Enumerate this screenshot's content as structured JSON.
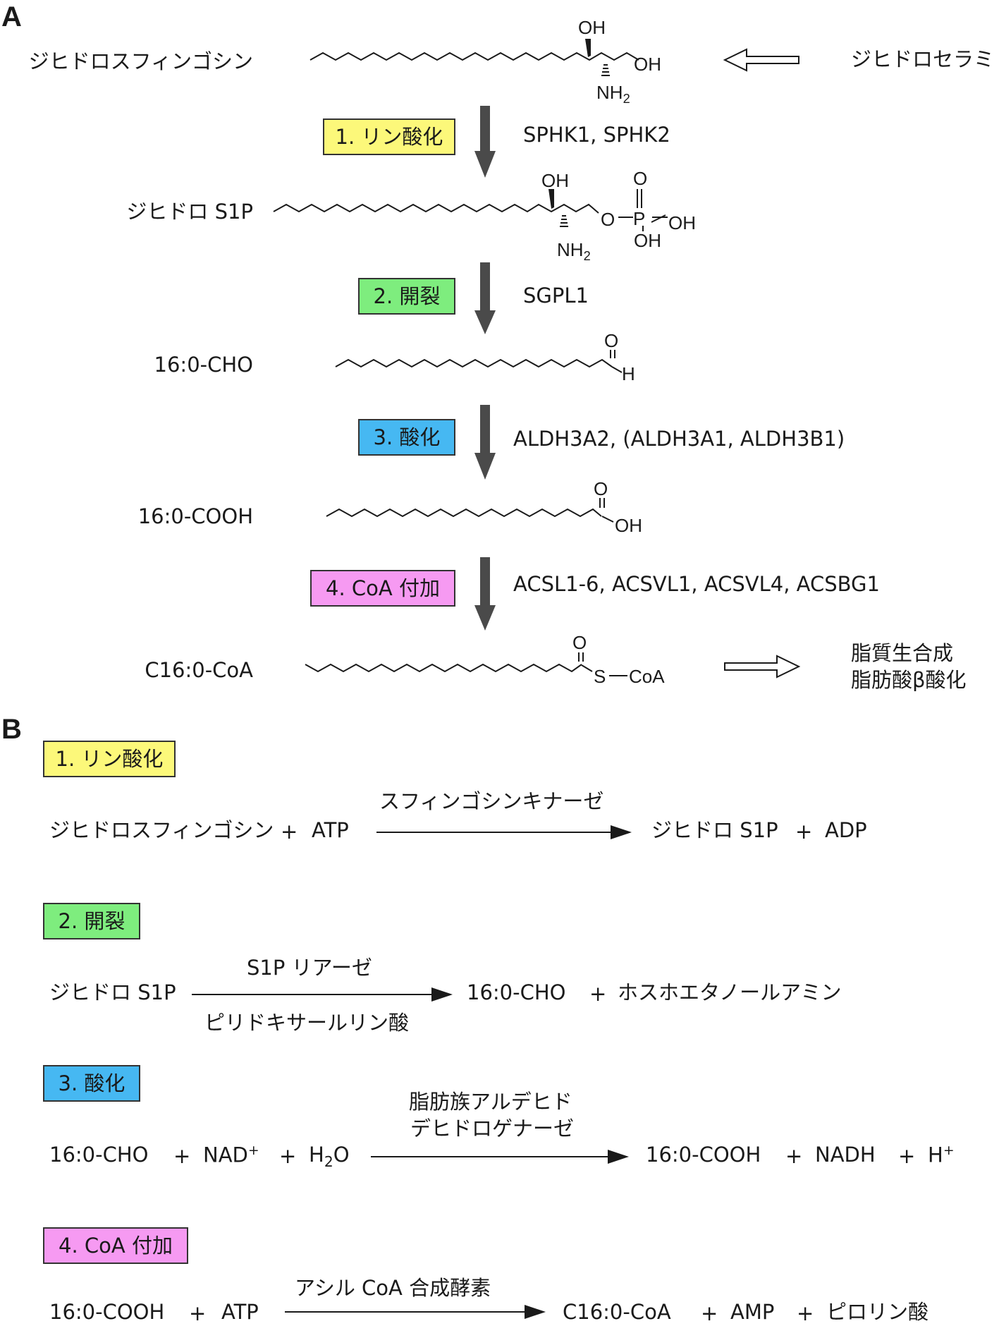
{
  "panels": {
    "a": "A",
    "b": "B"
  },
  "steps": {
    "s1": "1. リン酸化",
    "s2": "2. 開裂",
    "s3": "3. 酸化",
    "s4": "4. CoA 付加"
  },
  "colors": {
    "yellow": "#fcf87a",
    "green": "#7eed7e",
    "blue": "#46b8f2",
    "pink": "#f69af2"
  },
  "panel_a": {
    "compounds": {
      "sphinganine": "ジヒドロスフィンゴシン",
      "dh_s1p": "ジヒドロ S1P",
      "aldehyde": "16:0-CHO",
      "acid": "16:0-COOH",
      "acyl_coa": "C16:0-CoA"
    },
    "precursor": "ジヒドロセラミド",
    "outputs": [
      "脂質生合成",
      "脂肪酸β酸化"
    ],
    "enzymes": {
      "e1": "SPHK1, SPHK2",
      "e2": "SGPL1",
      "e3": "ALDH3A2, (ALDH3A1, ALDH3B1)",
      "e4": "ACSL1-6, ACSVL1, ACSVL4, ACSBG1"
    },
    "atoms": {
      "oh": "OH",
      "nh2": "NH2",
      "o": "O",
      "p": "P",
      "h": "H",
      "s": "S",
      "coa": "CoA"
    }
  },
  "panel_b": {
    "r1": {
      "substrates": [
        "ジヒドロスフィンゴシン",
        "ATP"
      ],
      "enzyme": "スフィンゴシンキナーゼ",
      "products": [
        "ジヒドロ S1P",
        "ADP"
      ]
    },
    "r2": {
      "substrate": "ジヒドロ S1P",
      "enzyme": "S1P リアーゼ",
      "cofactor": "ピリドキサールリン酸",
      "products": [
        "16:0-CHO",
        "ホスホエタノールアミン"
      ]
    },
    "r3": {
      "substrates": [
        "16:0-CHO",
        "NAD+",
        "H2O"
      ],
      "enzyme_line1": "脂肪族アルデヒド",
      "enzyme_line2": "デヒドロゲナーゼ",
      "products": [
        "16:0-COOH",
        "NADH",
        "H+"
      ]
    },
    "r4": {
      "substrates": [
        "16:0-COOH",
        "ATP"
      ],
      "enzyme": "アシル CoA 合成酵素",
      "products": [
        "C16:0-CoA",
        "AMP",
        "ピロリン酸"
      ]
    },
    "plus": "+"
  }
}
